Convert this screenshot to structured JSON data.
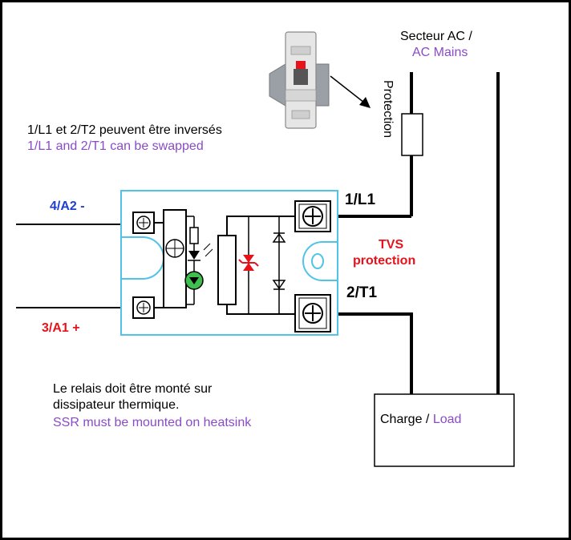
{
  "mains": {
    "line1": "Secteur AC /",
    "line2": "AC Mains"
  },
  "protection_label": "Protection",
  "swap_note": {
    "fr": "1/L1 et 2/T2 peuvent être inversés",
    "en": "1/L1 and 2/T1 can be swapped"
  },
  "terminals": {
    "l1": "1/L1",
    "t1": "2/T1",
    "a2": "4/A2 -",
    "a1": "3/A1 +"
  },
  "tvs": {
    "line1": "TVS",
    "line2": "protection"
  },
  "heatsink_note": {
    "fr1": "Le relais doit être monté sur",
    "fr2": "dissipateur thermique.",
    "en": "SSR must be mounted on heatsink"
  },
  "load": {
    "fr": "Charge /",
    "en": "Load"
  },
  "colors": {
    "purple": "#8a4bc8",
    "red": "#e8121b",
    "blue": "#1f3fd1",
    "relay_outline": "#4fc3e8"
  }
}
